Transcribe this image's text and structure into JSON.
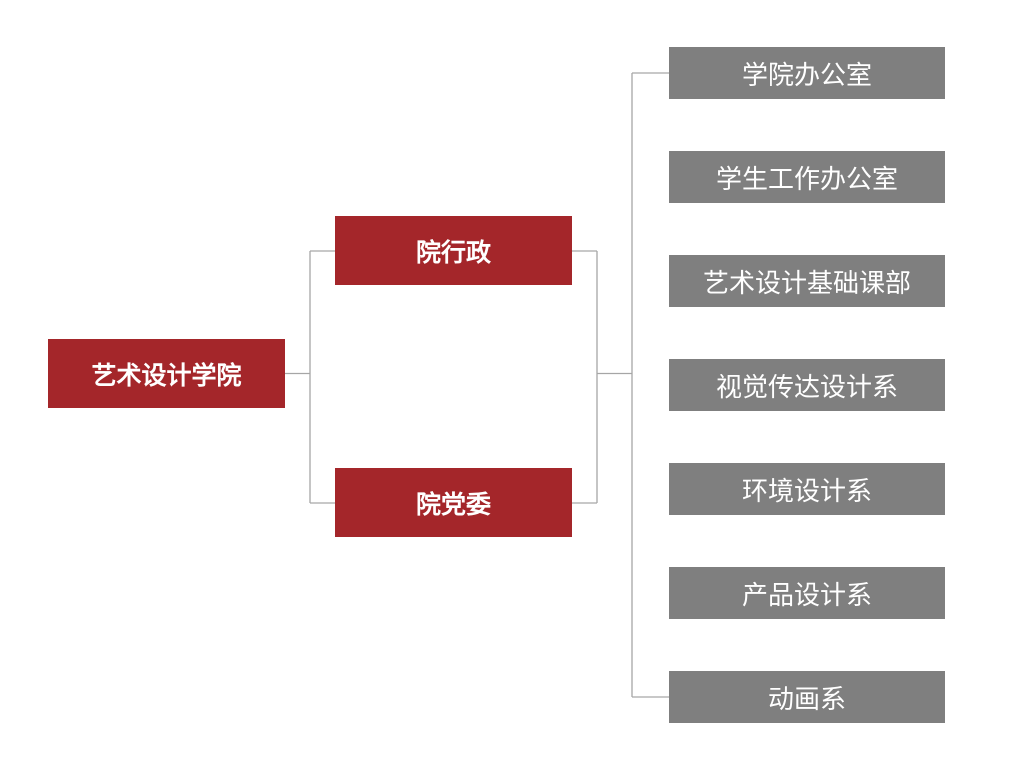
{
  "colors": {
    "primary_box": "#a4262a",
    "secondary_box": "#7f7f7f",
    "connector": "#a6a6a6",
    "text": "#ffffff"
  },
  "root": {
    "label": "艺术设计学院"
  },
  "branches": [
    {
      "label": "院行政"
    },
    {
      "label": "院党委"
    }
  ],
  "departments": [
    {
      "label": "学院办公室"
    },
    {
      "label": "学生工作办公室"
    },
    {
      "label": "艺术设计基础课部"
    },
    {
      "label": "视觉传达设计系"
    },
    {
      "label": "环境设计系"
    },
    {
      "label": "产品设计系"
    },
    {
      "label": "动画系"
    }
  ]
}
